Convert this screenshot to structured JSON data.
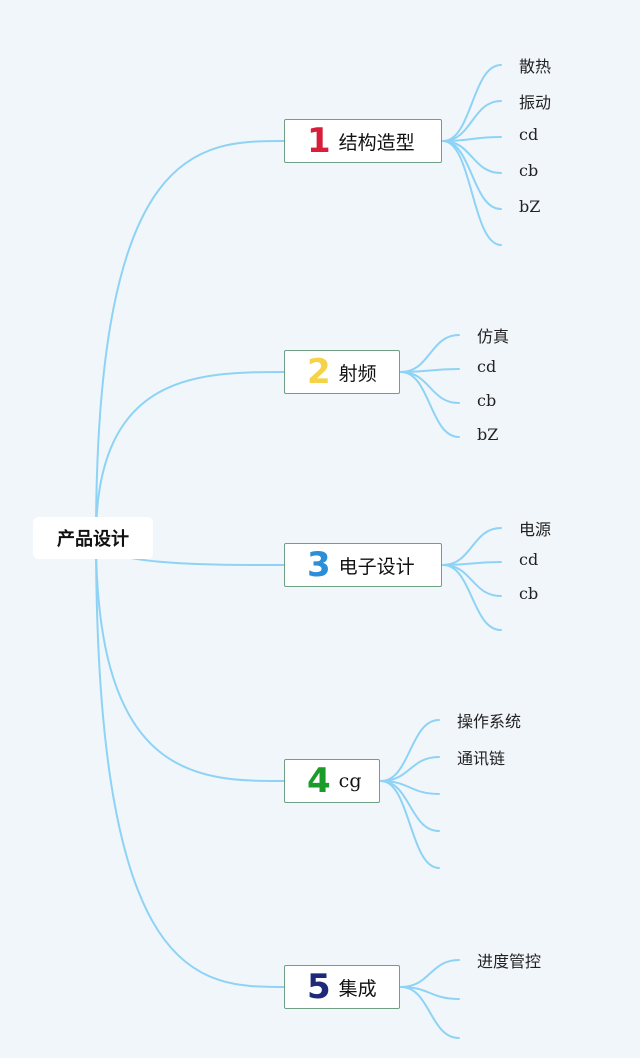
{
  "root": {
    "label": "产品设计"
  },
  "branches": [
    {
      "number": "1",
      "label": "结构造型",
      "color": "#d81e3b",
      "leaves": [
        "散热",
        "振动",
        "cd",
        "cb",
        "bZ",
        ""
      ]
    },
    {
      "number": "2",
      "label": "射频",
      "color": "#f5d24a",
      "leaves": [
        "仿真",
        "cd",
        "cb",
        "bZ"
      ]
    },
    {
      "number": "3",
      "label": "电子设计",
      "color": "#2a8fd8",
      "leaves": [
        "电源",
        "cd",
        "cb",
        ""
      ]
    },
    {
      "number": "4",
      "label": "cg",
      "color": "#1a9b2a",
      "leaves": [
        "操作系统",
        "通讯链",
        "",
        "",
        ""
      ]
    },
    {
      "number": "5",
      "label": "集成",
      "color": "#1e2a78",
      "leaves": [
        "进度管控",
        "",
        ""
      ]
    }
  ],
  "colors": {
    "link": "#8ed3f5",
    "background": "#f1f6fb"
  }
}
